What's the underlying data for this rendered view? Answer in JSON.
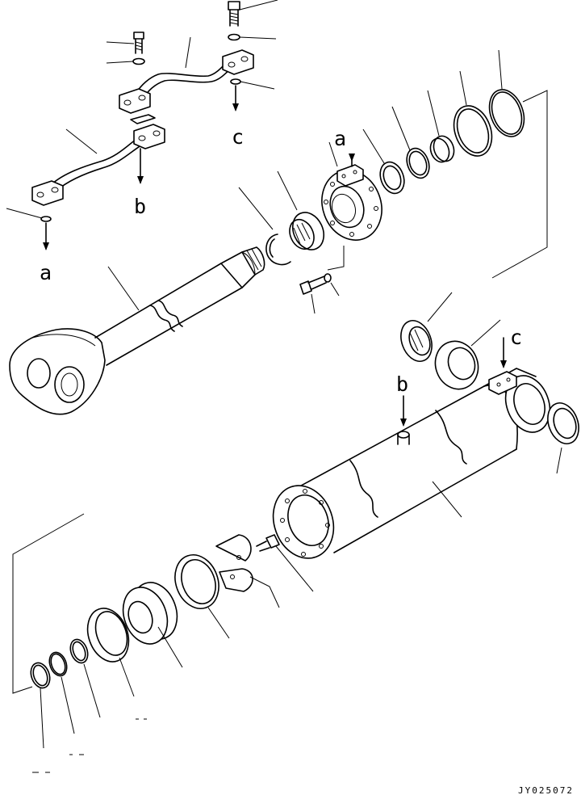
{
  "callouts": {
    "a": "a",
    "b": "b",
    "c": "c"
  },
  "drawing_code": "JY025072"
}
